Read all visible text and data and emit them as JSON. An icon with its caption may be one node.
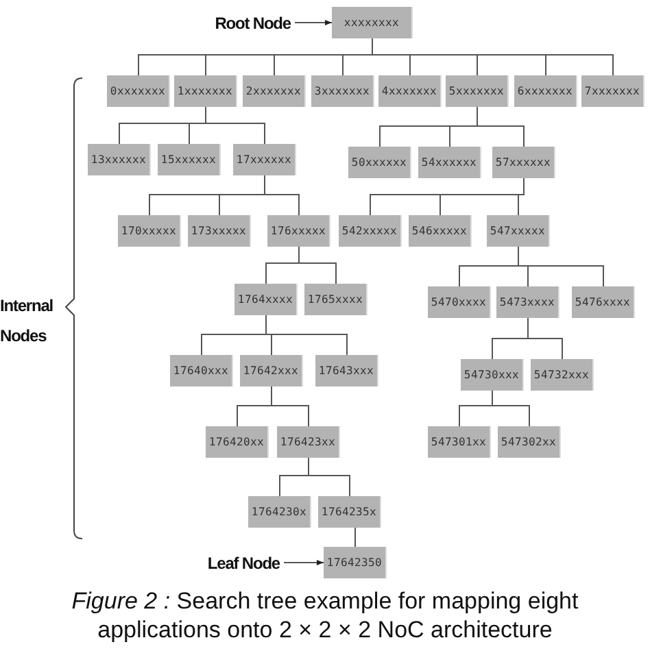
{
  "diagram": {
    "caption": "*Figure 2 :* Search tree example for mapping eight applications onto 2 × 2 × 2 NoC architecture",
    "nodes": [
      {
        "text": [
          "Root Node"
        ]
      },
      {
        "text": [
          "xxxxxxxx"
        ]
      },
      {
        "text": [
          "0xxxxxxx"
        ]
      },
      {
        "text": [
          "1xxxxxxx"
        ]
      },
      {
        "text": [
          "2xxxxxxx"
        ]
      },
      {
        "text": [
          "3xxxxxxx"
        ]
      },
      {
        "text": [
          "4xxxxxxx"
        ]
      },
      {
        "text": [
          "5xxxxxxx"
        ]
      },
      {
        "text": [
          "6xxxxxxx"
        ]
      },
      {
        "text": [
          "7xxxxxxx"
        ]
      },
      {
        "text": [
          "13xxxxxx"
        ]
      },
      {
        "text": [
          "15xxxxxx"
        ]
      },
      {
        "text": [
          "17xxxxxx"
        ]
      },
      {
        "text": [
          "50xxxxxx"
        ]
      },
      {
        "text": [
          "54xxxxxx"
        ]
      },
      {
        "text": [
          "57xxxxxx"
        ]
      },
      {
        "text": [
          "170xxxxx"
        ]
      },
      {
        "text": [
          "173xxxxx"
        ]
      },
      {
        "text": [
          "176xxxxx"
        ]
      },
      {
        "text": [
          "542xxxxx"
        ]
      },
      {
        "text": [
          "546xxxxx"
        ]
      },
      {
        "text": [
          "547xxxxx"
        ]
      },
      {
        "text": [
          "1764xxxx"
        ]
      },
      {
        "text": [
          "1765xxxx"
        ]
      },
      {
        "text": [
          "5470xxxx"
        ]
      },
      {
        "text": [
          "5473xxxx"
        ]
      },
      {
        "text": [
          "5476xxxx"
        ]
      },
      {
        "text": [
          "17640xxx"
        ]
      },
      {
        "text": [
          "17642xxx"
        ]
      },
      {
        "text": [
          "17643xxx"
        ]
      },
      {
        "text": [
          "54730xxx"
        ]
      },
      {
        "text": [
          "54732xxx"
        ]
      },
      {
        "text": [
          "176420xx"
        ]
      },
      {
        "text": [
          "176423xx"
        ]
      },
      {
        "text": [
          "547301xx"
        ]
      },
      {
        "text": [
          "547302xx"
        ]
      },
      {
        "text": [
          "1764230x"
        ]
      },
      {
        "text": [
          "1764235x"
        ]
      },
      {
        "text": [
          "Leaf Node"
        ]
      },
      {
        "text": [
          "17642350"
        ]
      }
    ],
    "edges": [
      {
        "from": 0,
        "to": 1,
        "arrow": "to"
      },
      {
        "from": 1,
        "to": 2,
        "arrow": "none"
      },
      {
        "from": 1,
        "to": 3,
        "arrow": "none"
      },
      {
        "from": 1,
        "to": 4,
        "arrow": "none"
      },
      {
        "from": 1,
        "to": 5,
        "arrow": "none"
      },
      {
        "from": 1,
        "to": 6,
        "arrow": "none"
      },
      {
        "from": 1,
        "to": 7,
        "arrow": "none"
      },
      {
        "from": 1,
        "to": 8,
        "arrow": "none"
      },
      {
        "from": 1,
        "to": 9,
        "arrow": "none"
      },
      {
        "from": 3,
        "to": 10,
        "arrow": "none"
      },
      {
        "from": 3,
        "to": 11,
        "arrow": "none"
      },
      {
        "from": 3,
        "to": 12,
        "arrow": "none"
      },
      {
        "from": 7,
        "to": 13,
        "arrow": "none"
      },
      {
        "from": 7,
        "to": 14,
        "arrow": "none"
      },
      {
        "from": 7,
        "to": 15,
        "arrow": "none"
      },
      {
        "from": 12,
        "to": 16,
        "arrow": "none"
      },
      {
        "from": 12,
        "to": 17,
        "arrow": "none"
      },
      {
        "from": 12,
        "to": 18,
        "arrow": "none"
      },
      {
        "from": 15,
        "to": 19,
        "arrow": "none"
      },
      {
        "from": 15,
        "to": 20,
        "arrow": "none"
      },
      {
        "from": 15,
        "to": 21,
        "arrow": "none"
      },
      {
        "from": 18,
        "to": 22,
        "arrow": "none"
      },
      {
        "from": 18,
        "to": 23,
        "arrow": "none"
      },
      {
        "from": 21,
        "to": 24,
        "arrow": "none"
      },
      {
        "from": 21,
        "to": 25,
        "arrow": "none"
      },
      {
        "from": 21,
        "to": 26,
        "arrow": "none"
      },
      {
        "from": 22,
        "to": 27,
        "arrow": "none"
      },
      {
        "from": 22,
        "to": 28,
        "arrow": "none"
      },
      {
        "from": 22,
        "to": 29,
        "arrow": "none"
      },
      {
        "from": 25,
        "to": 30,
        "arrow": "none"
      },
      {
        "from": 25,
        "to": 31,
        "arrow": "none"
      },
      {
        "from": 28,
        "to": 32,
        "arrow": "none"
      },
      {
        "from": 28,
        "to": 33,
        "arrow": "none"
      },
      {
        "from": 30,
        "to": 34,
        "arrow": "none"
      },
      {
        "from": 30,
        "to": 35,
        "arrow": "none"
      },
      {
        "from": 33,
        "to": 36,
        "arrow": "none"
      },
      {
        "from": 33,
        "to": 37,
        "arrow": "none"
      },
      {
        "from": 37,
        "to": 39,
        "arrow": "none"
      },
      {
        "from": 38,
        "to": 39,
        "arrow": "to"
      }
    ],
    "labels": [
      "Internal Nodes"
    ]
  }
}
